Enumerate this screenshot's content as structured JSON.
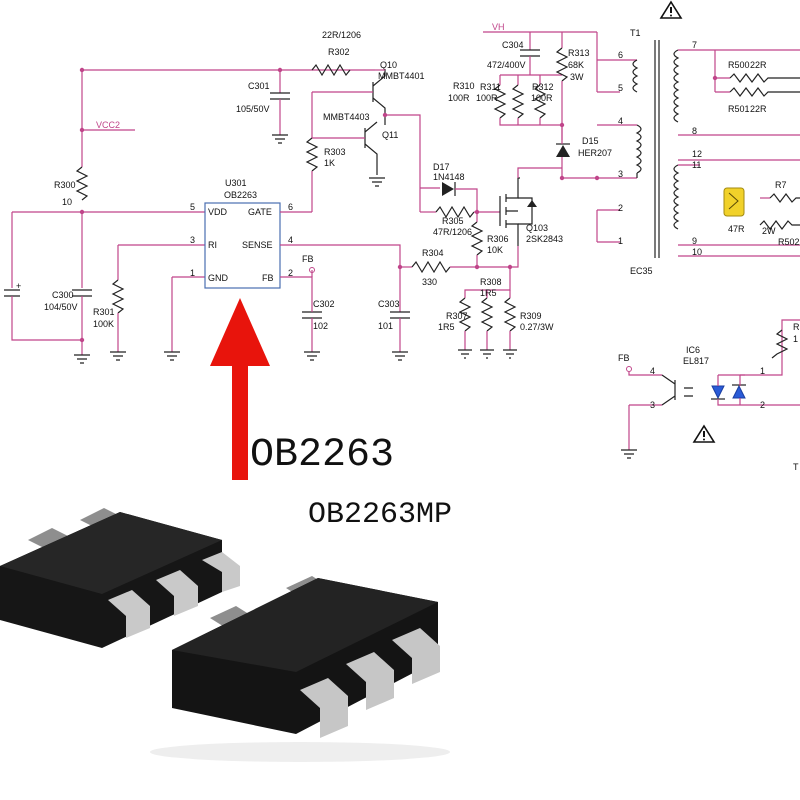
{
  "colors": {
    "wire": "#c0458a",
    "arrow": "#e8140c",
    "chip": "#1a1a1a",
    "pin": "#b9b9b9"
  },
  "ic": {
    "ref": "U301",
    "part": "OB2263",
    "pins": {
      "vdd": "VDD",
      "gate": "GATE",
      "ri": "RI",
      "sense": "SENSE",
      "gnd": "GND",
      "fb": "FB",
      "n5": "5",
      "n6": "6",
      "n3": "3",
      "n4": "4",
      "n1": "1",
      "n2": "2"
    }
  },
  "labels": {
    "r302_val": "22R/1206",
    "r302": "R302",
    "q10": "Q10",
    "q10_part": "MMBT4401",
    "c301": "C301",
    "c301_val": "105/50V",
    "vcc2": "VCC2",
    "q11_part": "MMBT4403",
    "q11": "Q11",
    "r303": "R303",
    "r303_val": "1K",
    "r300": "R300",
    "r300_val": "10",
    "c300": "C300",
    "c300_val": "104/50V",
    "r301": "R301",
    "r301_val": "100K",
    "fb_net": "FB",
    "c302": "C302",
    "c302_val": "102",
    "r304": "R304",
    "r304_val": "330",
    "c303": "C303",
    "c303_val": "101",
    "d17": "D17",
    "d17_part": "1N4148",
    "r305": "R305",
    "r305_val": "47R/1206",
    "r306": "R306",
    "r306_val": "10K",
    "q103": "Q103",
    "q103_part": "2SK2843",
    "r307": "R307",
    "r307_val": "1R5",
    "r308": "R308",
    "r308_val": "1R5",
    "r309": "R309",
    "r309_val": "0.27/3W",
    "vh": "VH",
    "c304": "C304",
    "c304_val": "472/400V",
    "r313": "R313",
    "r313_val": "68K",
    "r313_w": "3W",
    "r310": "R310",
    "r310_val": "100R",
    "r311": "R311",
    "r311_val": "100R",
    "r312": "R312",
    "r312_val": "100R",
    "d15": "D15",
    "d15_part": "HER207",
    "t1": "T1",
    "p6": "6",
    "p5": "5",
    "p4": "4",
    "p3": "3",
    "p2": "2",
    "p1": "1",
    "p7": "7",
    "p8": "8",
    "p12": "12",
    "p11": "11",
    "p9": "9",
    "p10": "10",
    "r500a": "R500",
    "r500a_val": "22R",
    "r500b": "R501",
    "r500b_val": "22R",
    "r7": "R7",
    "r47": "47R",
    "r2w": "2W",
    "r502": "R502",
    "ec35": "EC35",
    "ic6": "IC6",
    "ic6_part": "EL817",
    "fb2": "FB",
    "o4": "4",
    "o3": "3",
    "o1": "1",
    "o2": "2",
    "r_edge": "R",
    "r_edge_val": "1",
    "t_edge": "T",
    "plus": "+"
  },
  "captions": {
    "main": "OB2263",
    "sub": "OB2263MP"
  }
}
